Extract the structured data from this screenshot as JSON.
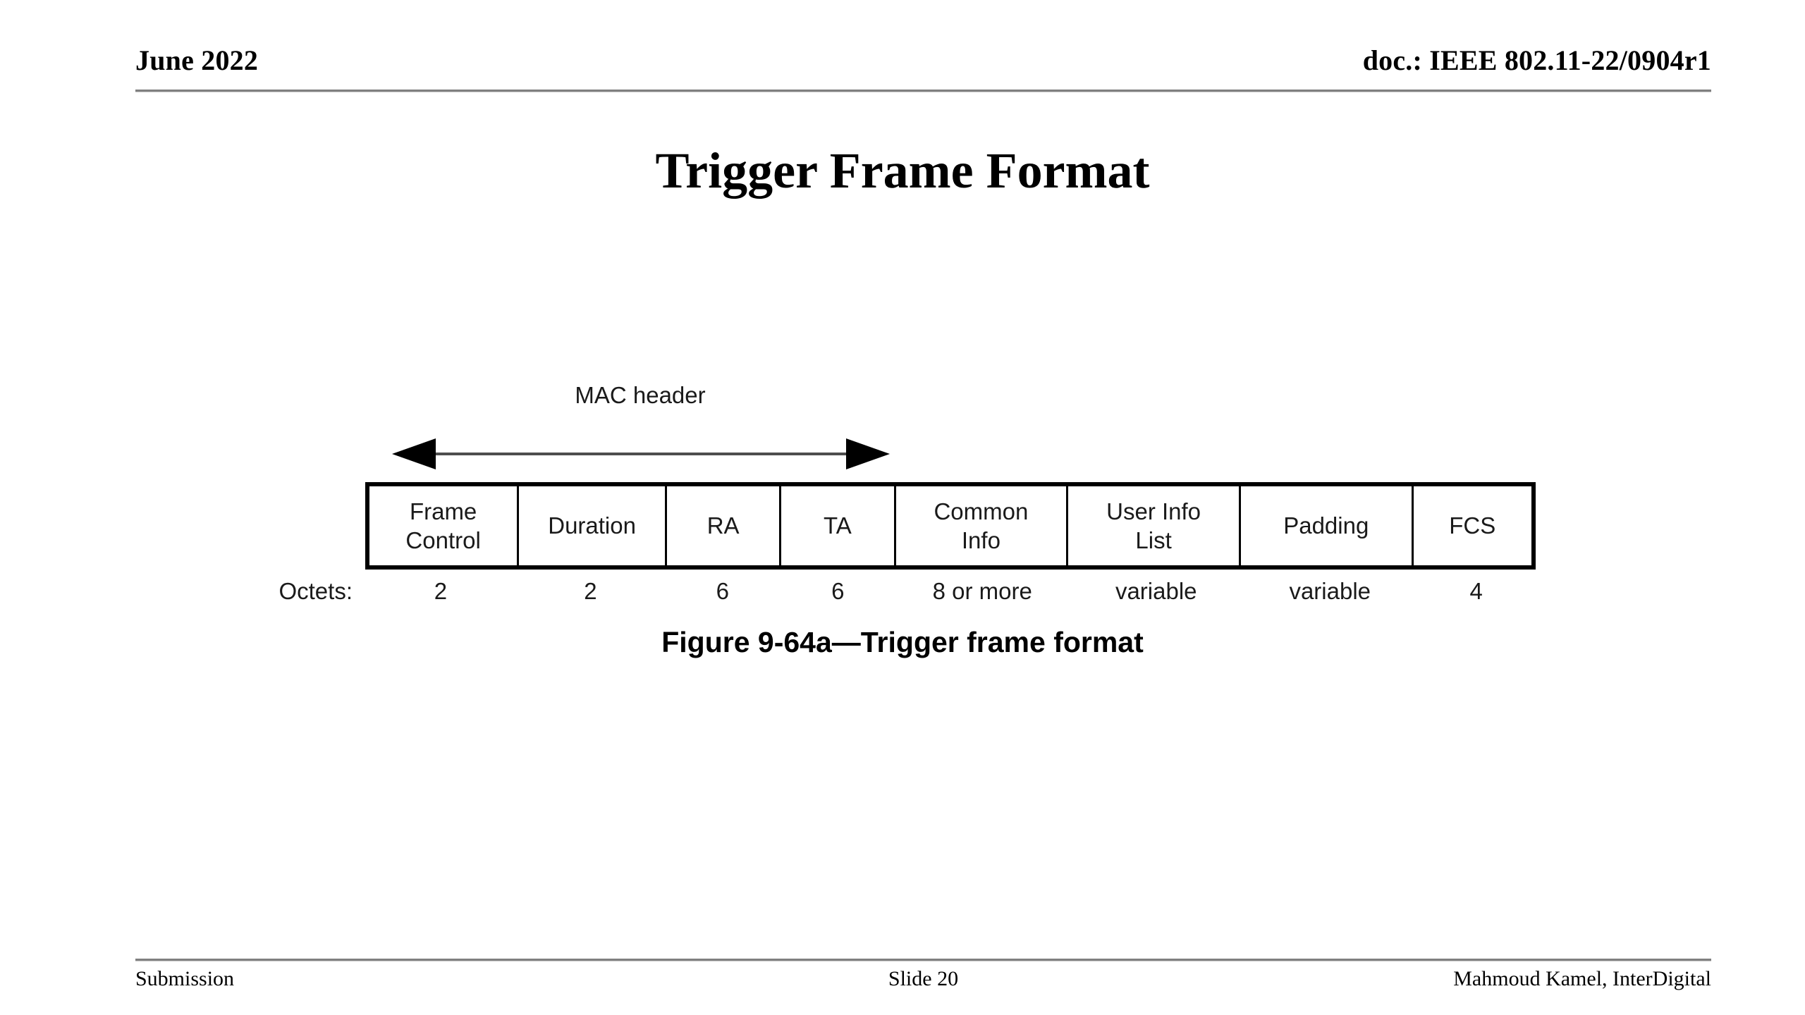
{
  "header": {
    "date": "June 2022",
    "doc": "doc.: IEEE 802.11-22/0904r1"
  },
  "title": "Trigger Frame Format",
  "figure": {
    "bracket_label": "MAC header",
    "octets_label": "Octets:",
    "caption": "Figure 9-64a—Trigger frame format",
    "fields": [
      {
        "label": "Frame\nControl",
        "octets": "2",
        "width": 170
      },
      {
        "label": "Duration",
        "octets": "2",
        "width": 168
      },
      {
        "label": "RA",
        "octets": "6",
        "width": 130
      },
      {
        "label": "TA",
        "octets": "6",
        "width": 130
      },
      {
        "label": "Common\nInfo",
        "octets": "8 or more",
        "width": 196
      },
      {
        "label": "User Info\nList",
        "octets": "variable",
        "width": 196
      },
      {
        "label": "Padding",
        "octets": "variable",
        "width": 196
      },
      {
        "label": "FCS",
        "octets": "4",
        "width": 134
      }
    ]
  },
  "footer": {
    "left": "Submission",
    "center": "Slide 20",
    "right": "Mahmoud Kamel, InterDigital"
  },
  "colors": {
    "ink": "#000000",
    "rule": "#808080",
    "figure_text": "#1a1a1a",
    "background": "#ffffff"
  }
}
